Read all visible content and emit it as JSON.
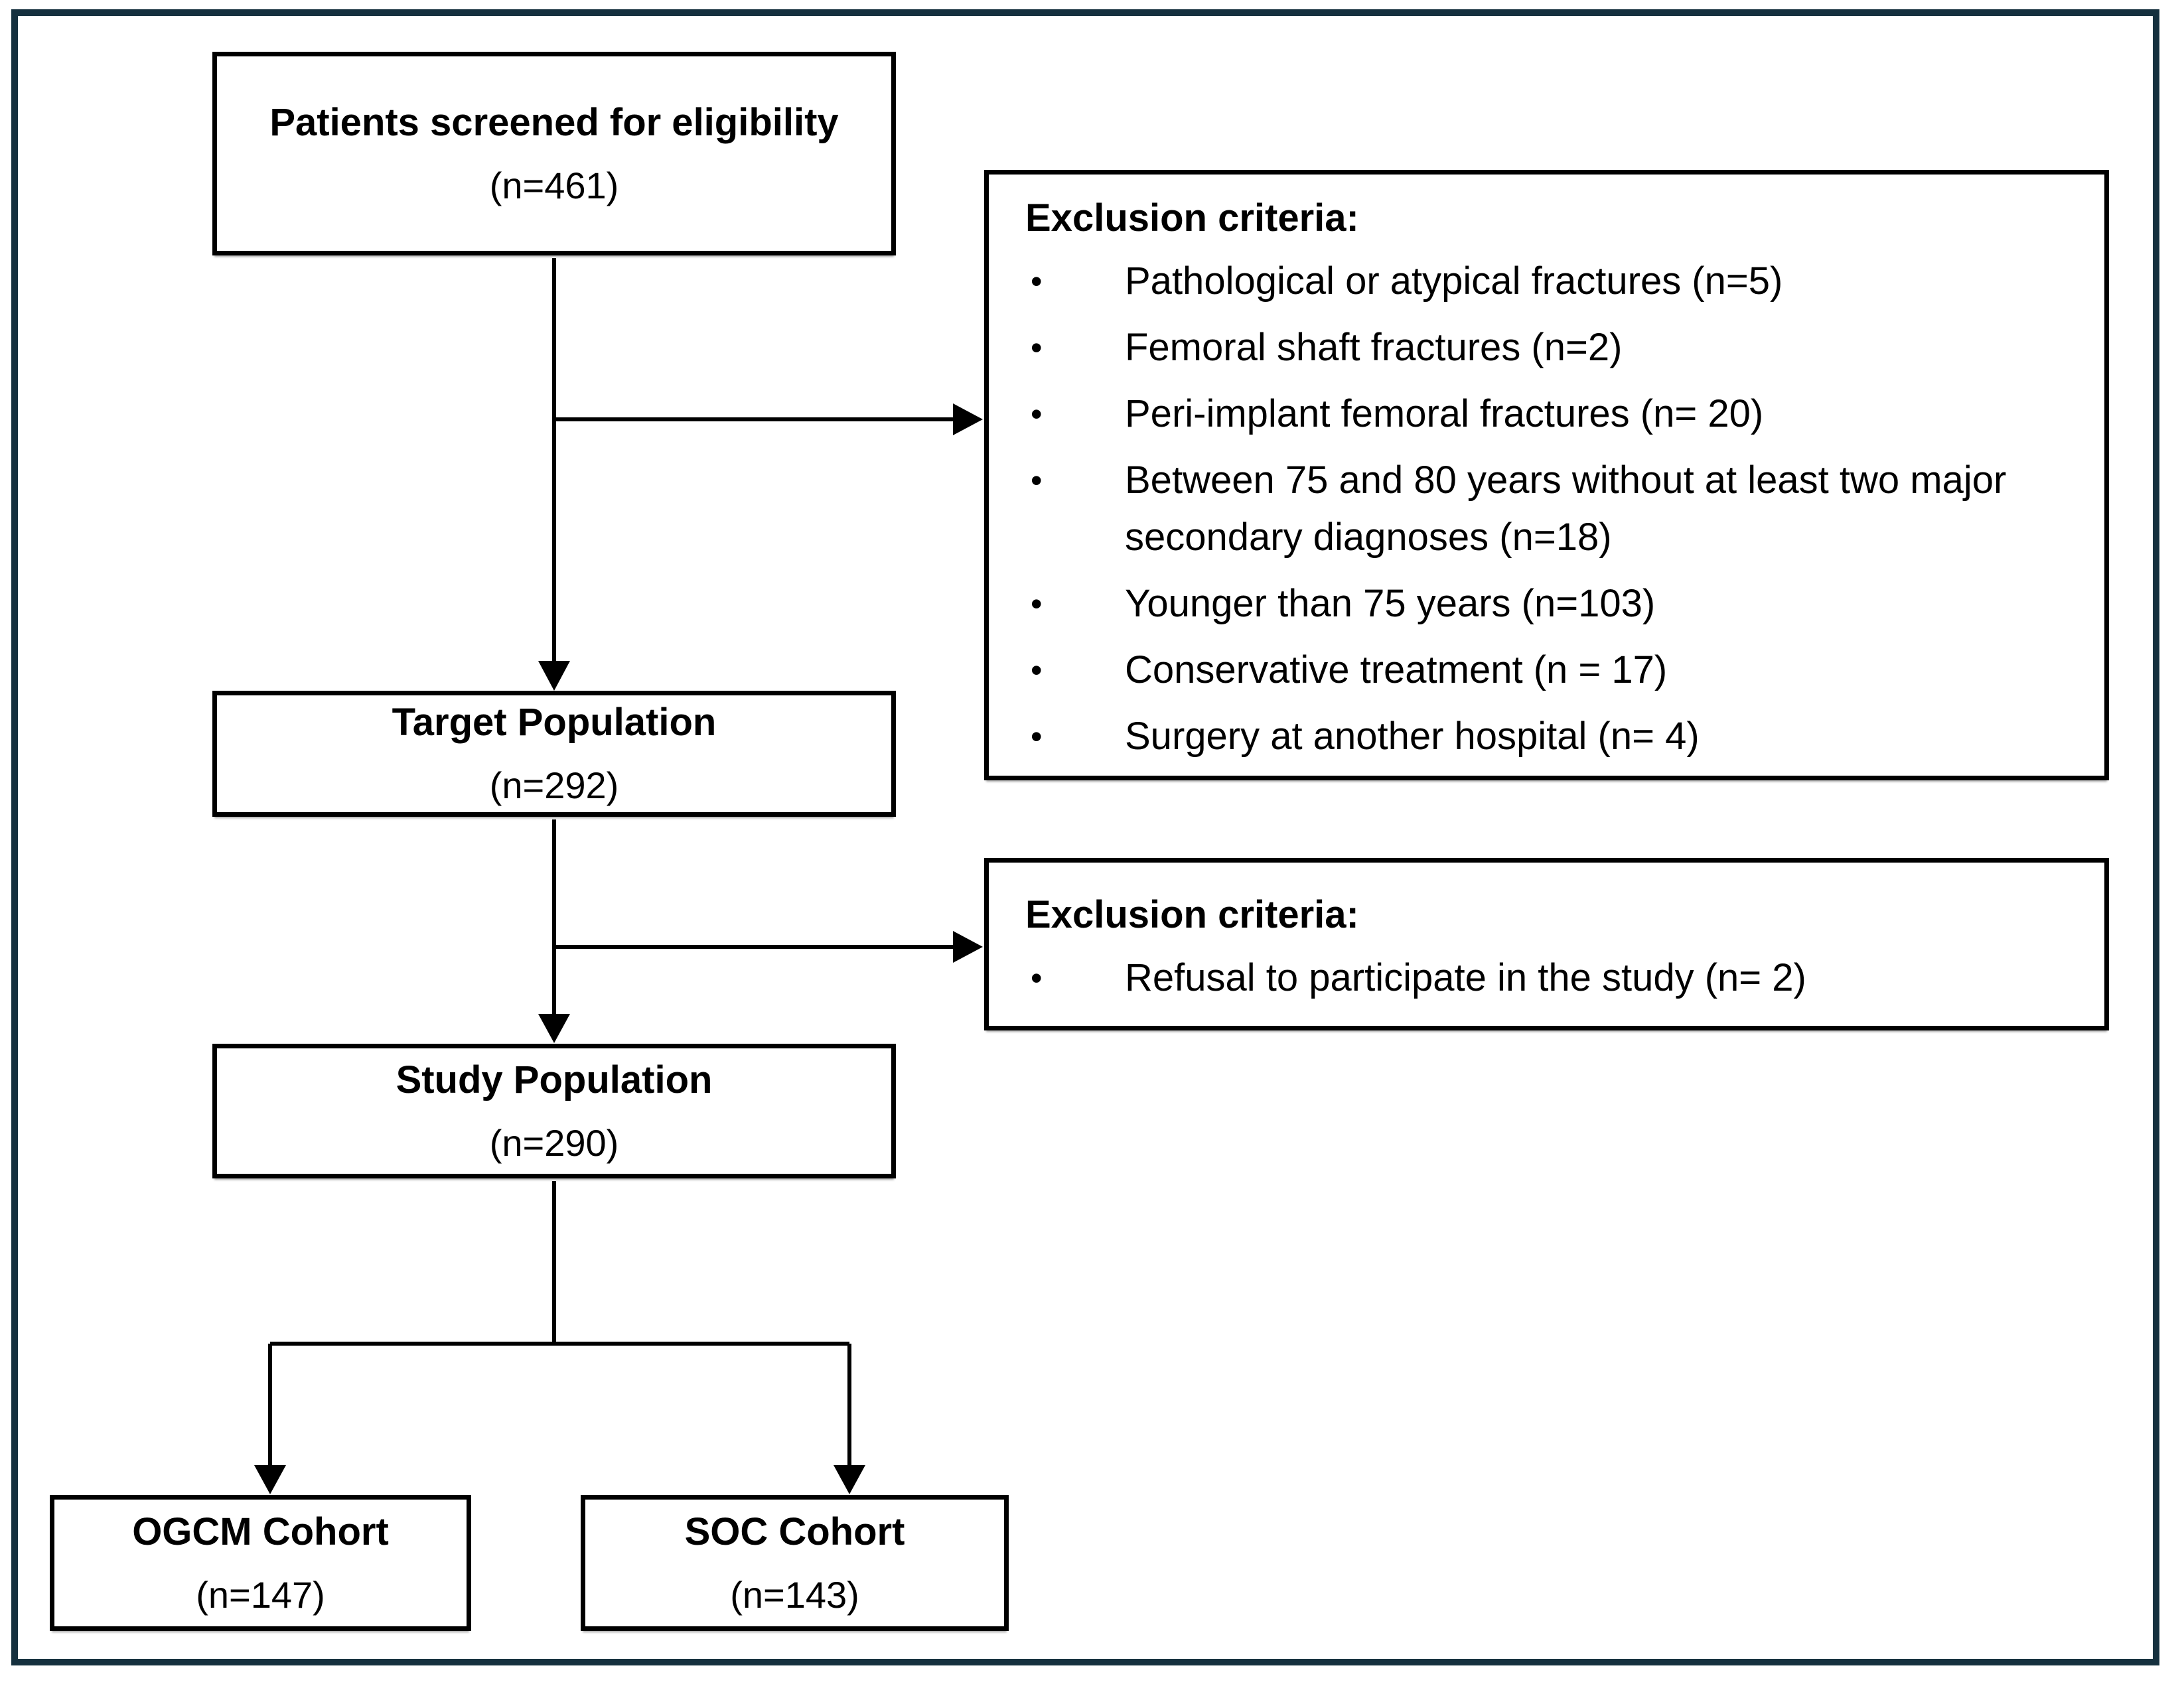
{
  "glyphs": {
    "bullet": "•"
  },
  "colors": {
    "page_border": "#15303e",
    "box_border": "#000000",
    "background": "#ffffff"
  },
  "boxes": {
    "screened": {
      "title": "Patients screened for eligibility",
      "n": "(n=461)"
    },
    "target": {
      "title": "Target Population",
      "n": "(n=292)"
    },
    "study": {
      "title": "Study Population",
      "n": "(n=290)"
    },
    "ogcm": {
      "title": "OGCM Cohort",
      "n": "(n=147)"
    },
    "soc": {
      "title": "SOC Cohort",
      "n": "(n=143)"
    }
  },
  "exclusion_box_1": {
    "header": "Exclusion criteria:",
    "items": [
      "Pathological or atypical fractures (n=5)",
      "Femoral shaft fractures (n=2)",
      "Peri-implant femoral fractures (n= 20)",
      "Between 75 and 80 years without at least two major secondary diagnoses (n=18)",
      "Younger than 75 years (n=103)",
      "Conservative treatment (n = 17)",
      "Surgery at another hospital (n= 4)"
    ]
  },
  "exclusion_box_2": {
    "header": "Exclusion criteria:",
    "items": [
      "Refusal to participate in the study (n= 2)"
    ]
  }
}
